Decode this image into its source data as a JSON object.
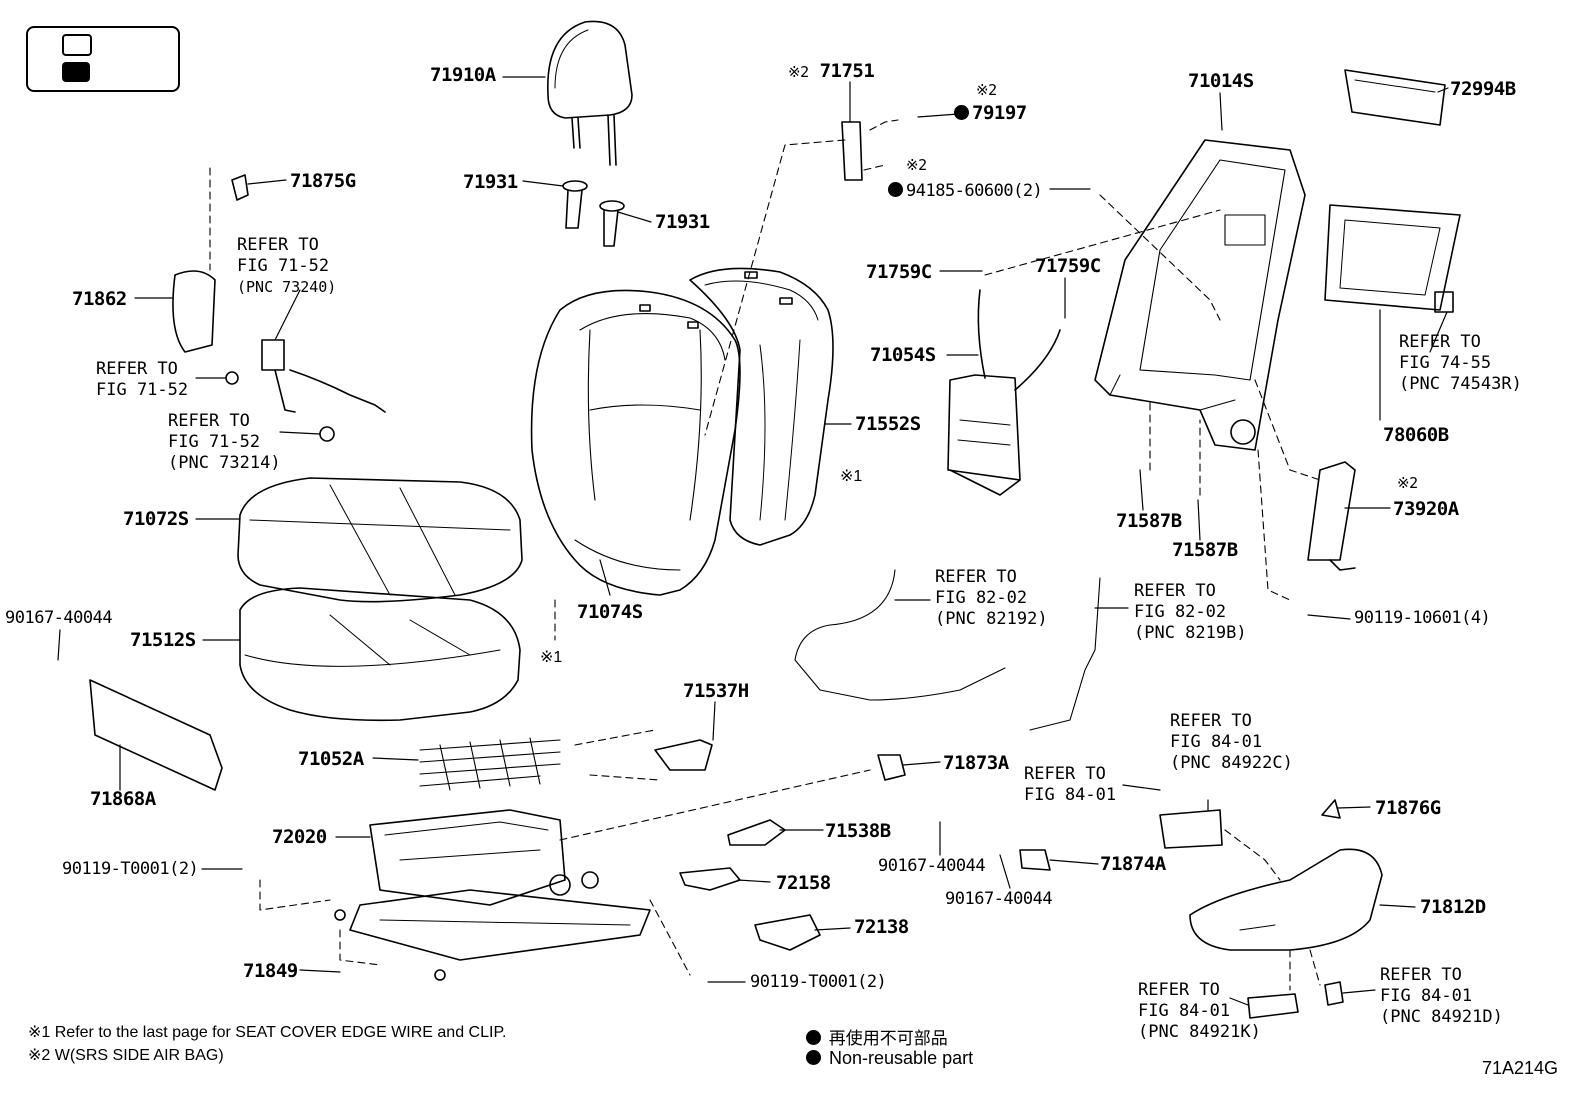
{
  "figure_code": "71A214G",
  "part_labels": [
    {
      "id": "headrest",
      "part_number": "71910A",
      "leader_to": "right"
    },
    {
      "id": "headrest-guide-1",
      "part_number": "71931",
      "leader_to": "right"
    },
    {
      "id": "headrest-guide-2",
      "part_number": "71931",
      "leader_to": "left"
    },
    {
      "id": "seatback-frame",
      "part_number": "71014S",
      "leader_to": "down"
    },
    {
      "id": "trim-upper",
      "part_number": "72994B",
      "leader_to": "left"
    },
    {
      "id": "bracket-top",
      "part_number": "71751",
      "leader_to": "down"
    },
    {
      "id": "bolt",
      "part_number": "79197",
      "leader_to": "left"
    },
    {
      "id": "nut",
      "part_number": "94185-60600(2)",
      "leader_to": "right"
    },
    {
      "id": "hinge-cover-small",
      "part_number": "71875G",
      "leader_to": "left"
    },
    {
      "id": "hinge-cover",
      "part_number": "71862",
      "leader_to": "right"
    },
    {
      "id": "clip-left",
      "part_number": "71759C",
      "leader_to": "right"
    },
    {
      "id": "clip-right",
      "part_number": "71759C",
      "leader_to": "down"
    },
    {
      "id": "lumbar-support",
      "part_number": "71054S",
      "leader_to": "right"
    },
    {
      "id": "seatback-pad",
      "part_number": "71552S",
      "leader_to": "left"
    },
    {
      "id": "cushion-cover",
      "part_number": "71072S",
      "leader_to": "right"
    },
    {
      "id": "seatback-cover",
      "part_number": "71074S",
      "leader_to": "up"
    },
    {
      "id": "cushion-pad",
      "part_number": "71512S",
      "leader_to": "right"
    },
    {
      "id": "screw-1",
      "part_number": "90167-40044",
      "leader_to": "down"
    },
    {
      "id": "shield-inner",
      "part_number": "71868A",
      "leader_to": "up"
    },
    {
      "id": "clip-frame-left",
      "part_number": "71587B",
      "leader_to": "up"
    },
    {
      "id": "clip-frame-right",
      "part_number": "71587B",
      "leader_to": "up"
    },
    {
      "id": "back-board",
      "part_number": "78060B",
      "leader_to": "up"
    },
    {
      "id": "airbag",
      "part_number": "73920A",
      "leader_to": "left"
    },
    {
      "id": "bolt-airbag",
      "part_number": "90119-10601(4)",
      "leader_to": "left"
    },
    {
      "id": "bracket-mid",
      "part_number": "71537H",
      "leader_to": "down"
    },
    {
      "id": "spring",
      "part_number": "71052A",
      "leader_to": "right"
    },
    {
      "id": "bracket-harness",
      "part_number": "71873A",
      "leader_to": "left"
    },
    {
      "id": "adjuster",
      "part_number": "72020",
      "leader_to": "right"
    },
    {
      "id": "bracket-low",
      "part_number": "71538B",
      "leader_to": "left"
    },
    {
      "id": "bolt-front",
      "part_number": "90119-T0001(2)",
      "leader_to": "right"
    },
    {
      "id": "bracket-small",
      "part_number": "72158",
      "leader_to": "left"
    },
    {
      "id": "cover-plate",
      "part_number": "72138",
      "leader_to": "left"
    },
    {
      "id": "leg-cover",
      "part_number": "71849",
      "leader_to": "right"
    },
    {
      "id": "bolt-rear",
      "part_number": "90119-T0001(2)",
      "leader_to": "left"
    },
    {
      "id": "screw-2",
      "part_number": "90167-40044",
      "leader_to": "up"
    },
    {
      "id": "screw-3",
      "part_number": "90167-40044",
      "leader_to": "up"
    },
    {
      "id": "bracket-shield",
      "part_number": "71874A",
      "leader_to": "left"
    },
    {
      "id": "knob-cover",
      "part_number": "71876G",
      "leader_to": "left"
    },
    {
      "id": "shield-outer",
      "part_number": "71812D",
      "leader_to": "left"
    }
  ],
  "refer_notes": [
    {
      "id": "ref-71-52-a",
      "lines": [
        "REFER TO",
        "FIG 71-52",
        "(PNC 73240)"
      ]
    },
    {
      "id": "ref-71-52-b",
      "lines": [
        "REFER TO",
        "FIG 71-52"
      ]
    },
    {
      "id": "ref-71-52-c",
      "lines": [
        "REFER TO",
        "FIG 71-52",
        "(PNC 73214)"
      ]
    },
    {
      "id": "ref-74-55",
      "lines": [
        "REFER TO",
        "FIG 74-55",
        "(PNC 74543R)"
      ]
    },
    {
      "id": "ref-82-02-a",
      "lines": [
        "REFER TO",
        "FIG 82-02",
        "(PNC 82192)"
      ]
    },
    {
      "id": "ref-82-02-b",
      "lines": [
        "REFER TO",
        "FIG 82-02",
        "(PNC 8219B)"
      ]
    },
    {
      "id": "ref-84-01-a",
      "lines": [
        "REFER TO",
        "FIG 84-01",
        "(PNC 84922C)"
      ]
    },
    {
      "id": "ref-84-01-b",
      "lines": [
        "REFER TO",
        "FIG 84-01"
      ]
    },
    {
      "id": "ref-84-01-c",
      "lines": [
        "REFER TO",
        "FIG 84-01",
        "(PNC 84921K)"
      ]
    },
    {
      "id": "ref-84-01-d",
      "lines": [
        "REFER TO",
        "FIG 84-01",
        "(PNC 84921D)"
      ]
    }
  ],
  "markers": {
    "note1": "※1",
    "note2": "※2"
  },
  "footnotes": {
    "note1": "※1  Refer to the last page for SEAT COVER EDGE WIRE and CLIP.",
    "note2": "※2  W(SRS SIDE AIR BAG)"
  },
  "legend": {
    "non_reusable_jp": "再使用不可部品",
    "non_reusable_en": "Non-reusable part"
  }
}
